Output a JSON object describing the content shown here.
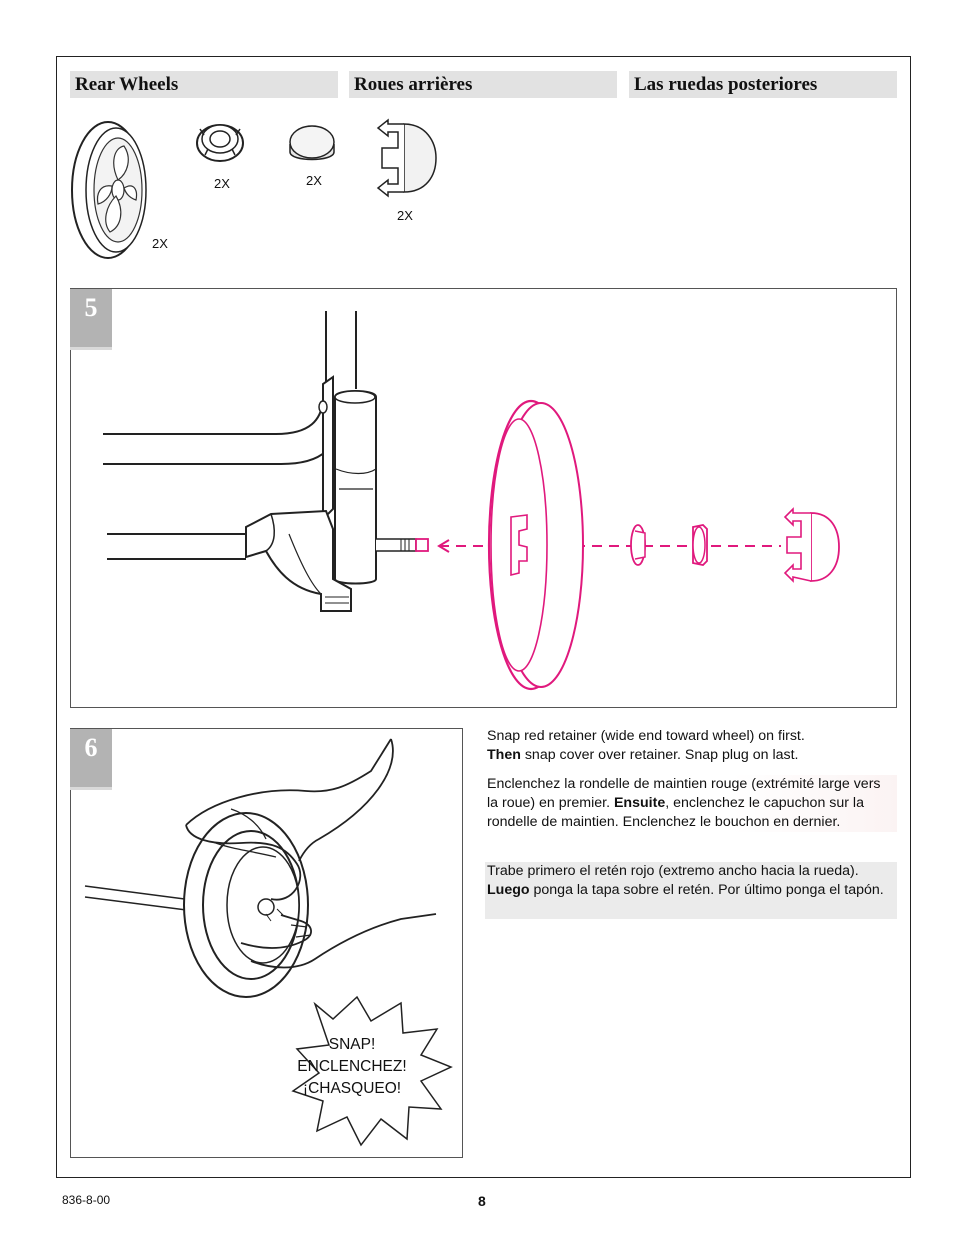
{
  "headers": {
    "en": "Rear Wheels",
    "fr": "Roues arrières",
    "es": "Las ruedas posteriores"
  },
  "parts": {
    "wheel_qty": "2X",
    "retainer_qty": "2X",
    "cover_qty": "2X",
    "plug_qty": "2X"
  },
  "steps": {
    "step5": "5",
    "step6": "6"
  },
  "instructions": {
    "en_part1": "Snap red retainer (wide end toward wheel) on first.",
    "en_bold": "Then",
    "en_part2": " snap cover over retainer. Snap plug on last.",
    "fr_part1": "Enclenchez la rondelle de maintien rouge (extrémité large vers la roue) en premier. ",
    "fr_bold": "Ensuite",
    "fr_part2": ", enclenchez le capuchon sur la rondelle de maintien. Enclenchez le bouchon en dernier.",
    "es_part1": "Trabe primero el retén rojo (extremo ancho hacia la rueda). ",
    "es_bold": "Luego",
    "es_part2": " ponga la tapa sobre el retén. Por último ponga el tapón."
  },
  "burst": {
    "line1": "SNAP!",
    "line2": "ENCLENCHEZ!",
    "line3": "¡CHASQUEO!"
  },
  "footer": {
    "code": "836-8-00",
    "page": "8"
  },
  "colors": {
    "accent_magenta": "#e0197d",
    "header_gray": "#e2e2e2",
    "step_gray": "#b3b3b3"
  }
}
